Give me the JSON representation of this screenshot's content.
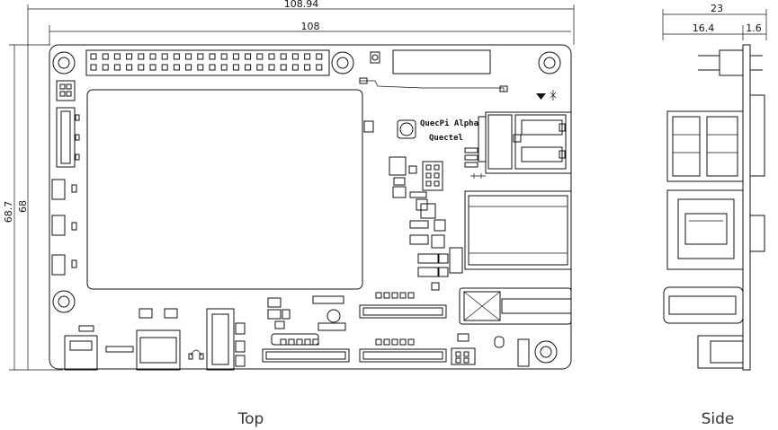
{
  "dimensions": {
    "overall_width": "108.94",
    "board_width": "108",
    "overall_height": "68.7",
    "board_height": "68",
    "side_overall": "23",
    "side_body": "16.4",
    "side_pcb": "1.6"
  },
  "silkscreen": {
    "brand_line1": "QuecPi Alpha",
    "brand_line2": "Quectel"
  },
  "captions": {
    "top": "Top",
    "side": "Side"
  }
}
